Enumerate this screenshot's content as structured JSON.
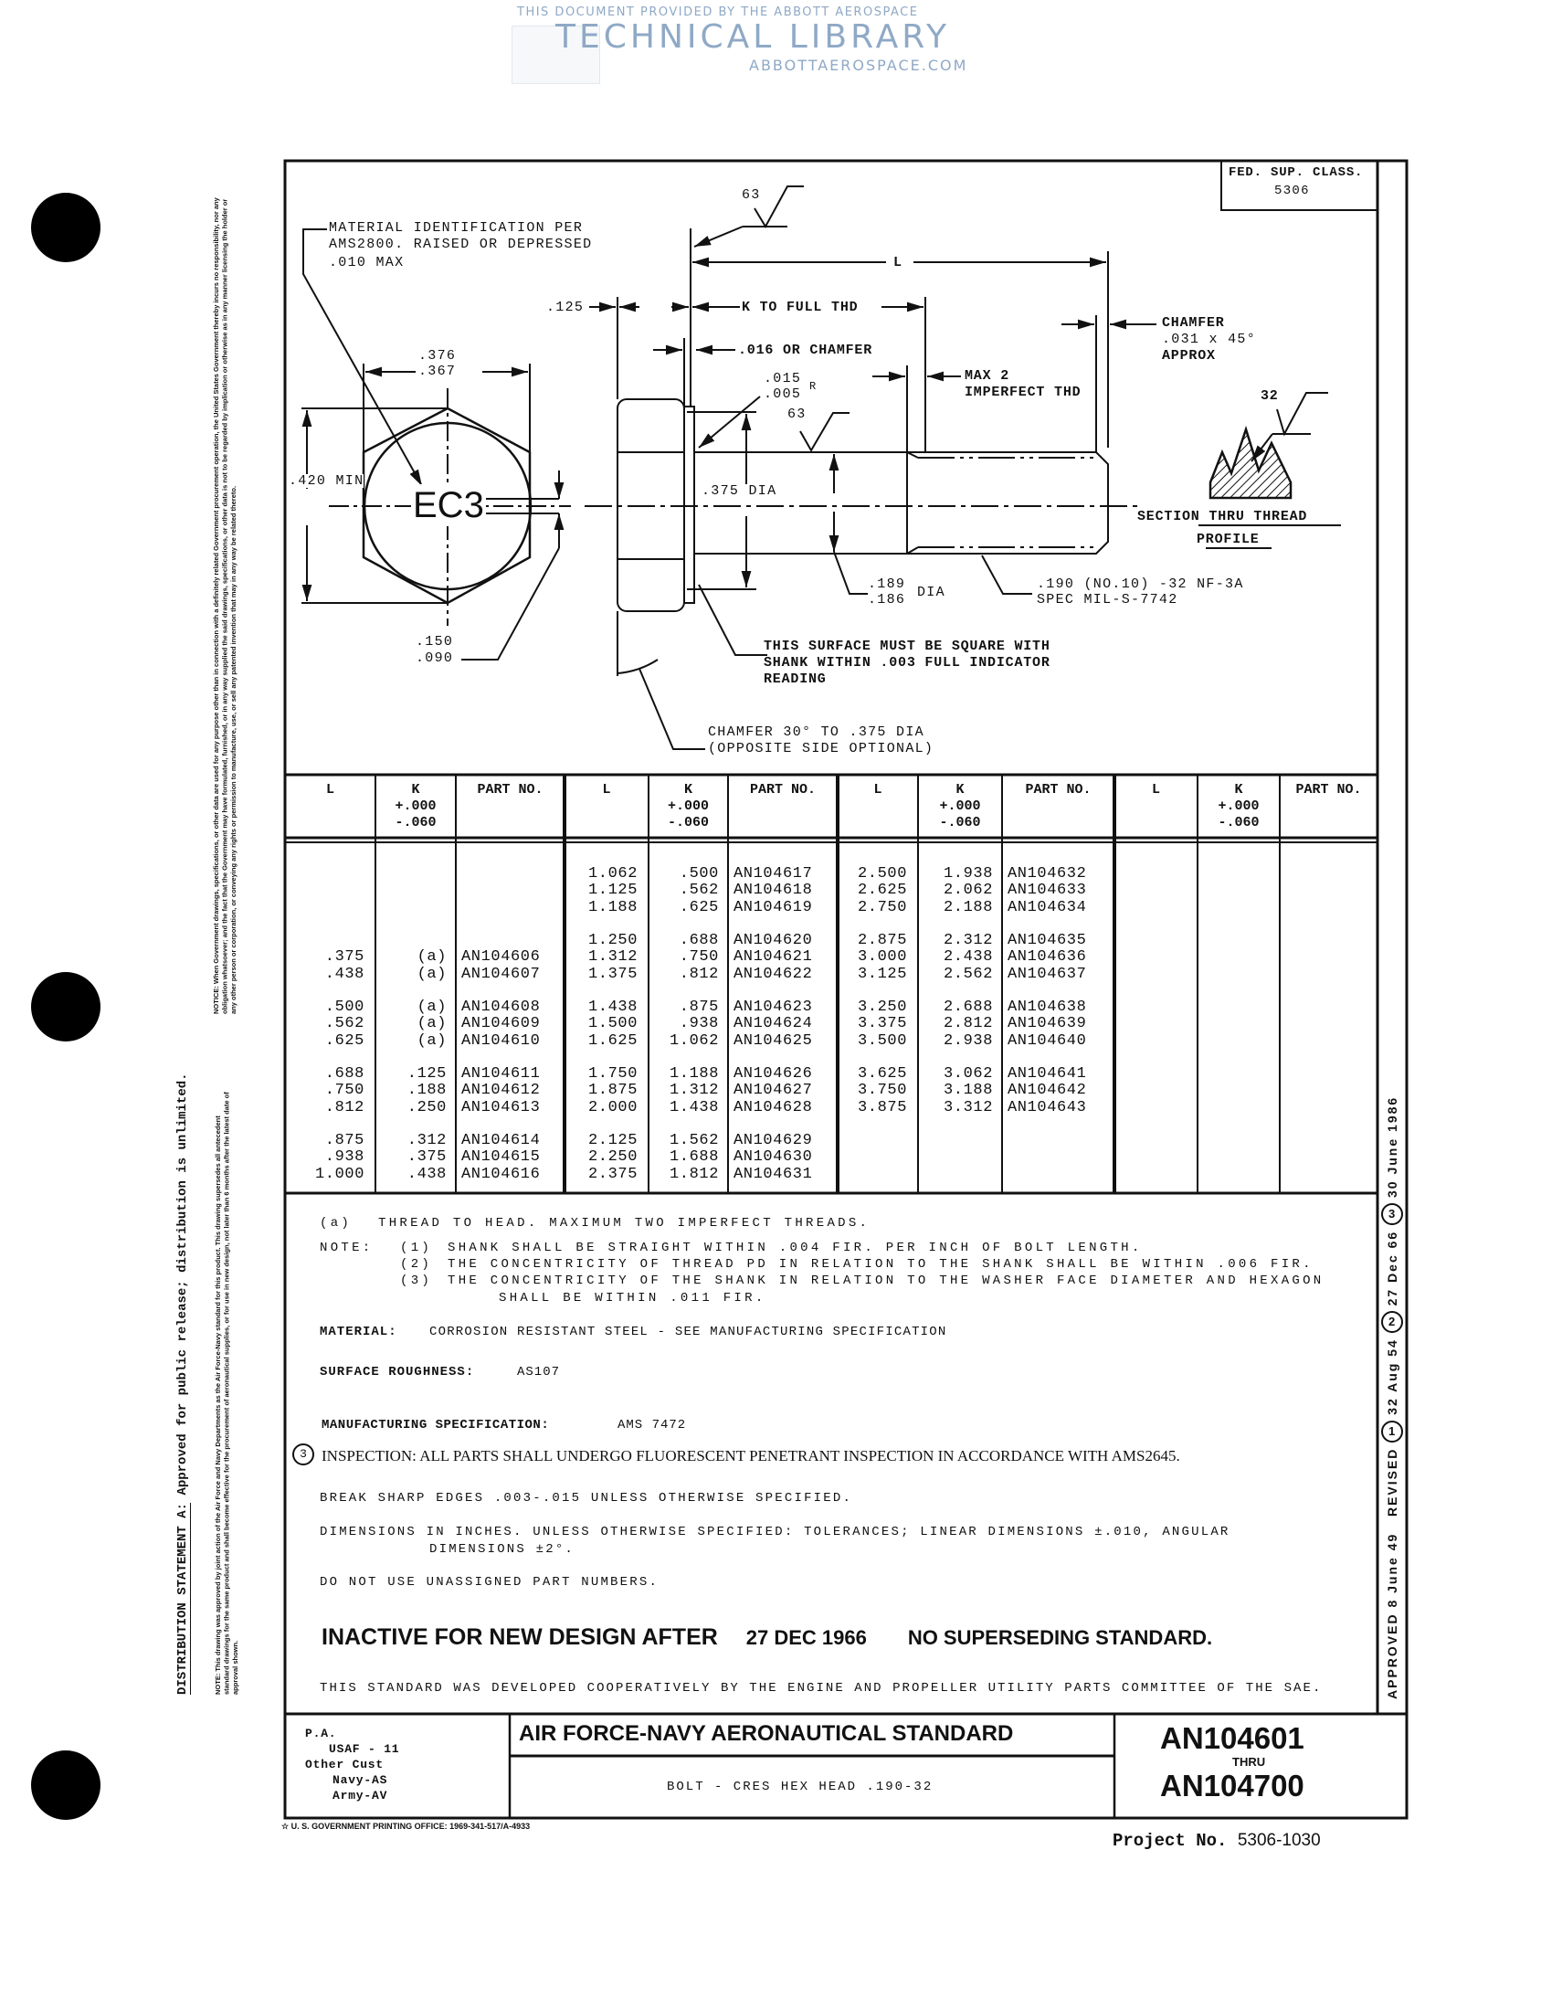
{
  "watermark": {
    "line1": "THIS DOCUMENT PROVIDED BY THE ABBOTT AEROSPACE",
    "line2": "TECHNICAL LIBRARY",
    "line3": "ABBOTTAEROSPACE.COM"
  },
  "margin": {
    "distribution_label": "DISTRIBUTION STATEMENT A:",
    "distribution_text": "Approved for public release; distribution is unlimited.",
    "notice_top": "NOTICE: When Government drawings, specifications, or other data are used for any purpose other than in connection with a definitely related Government procurement operation, the United States Government thereby incurs no responsibility, nor any obligation whatsoever; and the fact that the Government may have formulated, furnished, or in any way supplied the said drawings, specifications, or other data is not to be regarded by implication or otherwise as in any manner licensing the holder or any other person or corporation, or conveying any rights or permission to manufacture, use, or sell any patented invention that may in any way be related thereto.",
    "notice_bottom": "NOTE: This drawing was approved by joint action of the Air Force and Navy Departments as the Air Force-Navy standard for this product. This drawing supersedes all antecedent standard drawings for the same product and shall become effective for the procurement of aeronautical supplies, or for use in new design, not later than 6 months after the latest date of approval shown."
  },
  "fed_sup_class": {
    "label": "FED. SUP. CLASS.",
    "value": "5306"
  },
  "drawing": {
    "material_id": [
      "MATERIAL IDENTIFICATION PER",
      "AMS2800.  RAISED OR DEPRESSED",
      ".010 MAX"
    ],
    "marking": "EC3",
    "hex_across_flats": [
      ".376",
      ".367"
    ],
    "hex_across_corners": ".420 MIN",
    "mark_height": [
      ".150",
      ".090"
    ],
    "finish_top": "63",
    "finish_shank": "63",
    "finish_thread": "32",
    "length": "L",
    "head_height": ".125",
    "k_full_thd": "K TO FULL THD",
    "washer_face": ".016 OR CHAMFER",
    "fillet_radius": [
      ".015",
      ".005"
    ],
    "fillet_r": "R",
    "imperfect_thd": [
      "MAX 2",
      "IMPERFECT THD"
    ],
    "end_chamfer": [
      "CHAMFER",
      ".031 x 45°",
      "APPROX"
    ],
    "shank_dia": ".375 DIA",
    "thread_minor_dia": [
      ".189",
      ".186"
    ],
    "thread_dia_suffix": "DIA",
    "thread_spec": [
      ".190 (NO.10) -32 NF-3A",
      "SPEC MIL-S-7742"
    ],
    "section_title": "SECTION THRU THREAD",
    "section_subtitle": "PROFILE",
    "square_note": [
      "THIS SURFACE MUST BE SQUARE WITH",
      "SHANK WITHIN .003 FULL INDICATOR",
      "READING"
    ],
    "head_chamfer": [
      "CHAMFER 30° TO .375 DIA",
      "(OPPOSITE SIDE OPTIONAL)"
    ]
  },
  "table": {
    "headers": {
      "L": "L",
      "K": "K",
      "K_plus": "+.000",
      "K_minus": "-.060",
      "part": "PART NO."
    },
    "sections": [
      {
        "rows": [
          null,
          null,
          null,
          null,
          null,
          [
            ".375",
            "(a)",
            "AN104606"
          ],
          [
            ".438",
            "(a)",
            "AN104607"
          ],
          null,
          [
            ".500",
            "(a)",
            "AN104608"
          ],
          [
            ".562",
            "(a)",
            "AN104609"
          ],
          [
            ".625",
            "(a)",
            "AN104610"
          ],
          null,
          [
            ".688",
            ".125",
            "AN104611"
          ],
          [
            ".750",
            ".188",
            "AN104612"
          ],
          [
            ".812",
            ".250",
            "AN104613"
          ],
          null,
          [
            ".875",
            ".312",
            "AN104614"
          ],
          [
            ".938",
            ".375",
            "AN104615"
          ],
          [
            "1.000",
            ".438",
            "AN104616"
          ]
        ]
      },
      {
        "rows": [
          [
            "1.062",
            ".500",
            "AN104617"
          ],
          [
            "1.125",
            ".562",
            "AN104618"
          ],
          [
            "1.188",
            ".625",
            "AN104619"
          ],
          null,
          [
            "1.250",
            ".688",
            "AN104620"
          ],
          [
            "1.312",
            ".750",
            "AN104621"
          ],
          [
            "1.375",
            ".812",
            "AN104622"
          ],
          null,
          [
            "1.438",
            ".875",
            "AN104623"
          ],
          [
            "1.500",
            ".938",
            "AN104624"
          ],
          [
            "1.625",
            "1.062",
            "AN104625"
          ],
          null,
          [
            "1.750",
            "1.188",
            "AN104626"
          ],
          [
            "1.875",
            "1.312",
            "AN104627"
          ],
          [
            "2.000",
            "1.438",
            "AN104628"
          ],
          null,
          [
            "2.125",
            "1.562",
            "AN104629"
          ],
          [
            "2.250",
            "1.688",
            "AN104630"
          ],
          [
            "2.375",
            "1.812",
            "AN104631"
          ]
        ]
      },
      {
        "rows": [
          [
            "2.500",
            "1.938",
            "AN104632"
          ],
          [
            "2.625",
            "2.062",
            "AN104633"
          ],
          [
            "2.750",
            "2.188",
            "AN104634"
          ],
          null,
          [
            "2.875",
            "2.312",
            "AN104635"
          ],
          [
            "3.000",
            "2.438",
            "AN104636"
          ],
          [
            "3.125",
            "2.562",
            "AN104637"
          ],
          null,
          [
            "3.250",
            "2.688",
            "AN104638"
          ],
          [
            "3.375",
            "2.812",
            "AN104639"
          ],
          [
            "3.500",
            "2.938",
            "AN104640"
          ],
          null,
          [
            "3.625",
            "3.062",
            "AN104641"
          ],
          [
            "3.750",
            "3.188",
            "AN104642"
          ],
          [
            "3.875",
            "3.312",
            "AN104643"
          ]
        ]
      },
      {
        "rows": []
      }
    ]
  },
  "notes": {
    "a_label": "(a)",
    "a_text": "THREAD TO HEAD.  MAXIMUM TWO IMPERFECT THREADS.",
    "note_label": "NOTE:",
    "items": [
      {
        "num": "(1)",
        "text": "SHANK SHALL BE STRAIGHT WITHIN .004 FIR. PER INCH OF BOLT LENGTH."
      },
      {
        "num": "(2)",
        "text": "THE CONCENTRICITY OF THREAD PD IN RELATION TO THE SHANK SHALL BE WITHIN .006 FIR."
      },
      {
        "num": "(3)",
        "text": "THE CONCENTRICITY OF THE SHANK IN RELATION TO THE WASHER FACE DIAMETER AND HEXAGON"
      }
    ],
    "item3_cont": "SHALL BE WITHIN .011 FIR.",
    "material_label": "MATERIAL:",
    "material_value": "CORROSION RESISTANT STEEL - SEE MANUFACTURING SPECIFICATION",
    "roughness_label": "SURFACE ROUGHNESS:",
    "roughness_value": "AS107",
    "mfg_label": "MANUFACTURING SPECIFICATION:",
    "mfg_value": "AMS 7472",
    "inspection_rev": "3",
    "inspection": "INSPECTION:  ALL PARTS SHALL UNDERGO FLUORESCENT PENETRANT INSPECTION IN ACCORDANCE WITH AMS2645.",
    "break_edges": "BREAK SHARP EDGES .003-.015 UNLESS OTHERWISE SPECIFIED.",
    "dimensions": "DIMENSIONS IN INCHES.  UNLESS OTHERWISE SPECIFIED:  TOLERANCES; LINEAR DIMENSIONS ±.010, ANGULAR",
    "dimensions_cont": "DIMENSIONS ±2°.",
    "unassigned": "DO NOT USE UNASSIGNED PART NUMBERS.",
    "inactive": "INACTIVE FOR NEW DESIGN AFTER",
    "inactive_date": "27 DEC 1966",
    "superseding": "NO SUPERSEDING STANDARD.",
    "developed": "THIS STANDARD WAS DEVELOPED COOPERATIVELY BY THE ENGINE AND PROPELLER UTILITY PARTS COMMITTEE OF THE SAE."
  },
  "revisions": {
    "approved": "APPROVED  8 June 49",
    "revised_label": "REVISED",
    "entries": [
      {
        "num": "1",
        "date": "32 Aug 54"
      },
      {
        "num": "2",
        "date": "27 Dec 66"
      },
      {
        "num": "3",
        "date": "30 June 1986"
      }
    ]
  },
  "title_block": {
    "custodians": [
      "P.A.",
      "USAF - 11",
      "Other Cust",
      "Navy-AS",
      "Army-AV"
    ],
    "standard_title": "AIR FORCE-NAVY AERONAUTICAL STANDARD",
    "description": "BOLT - CRES HEX HEAD  .190-32",
    "part_from": "AN104601",
    "thru": "THRU",
    "part_to": "AN104700"
  },
  "footer": {
    "gpo": "U. S. GOVERNMENT PRINTING OFFICE: 1969-341-517/A-4933",
    "project_label": "Project No.",
    "project_value": "5306-1030"
  }
}
